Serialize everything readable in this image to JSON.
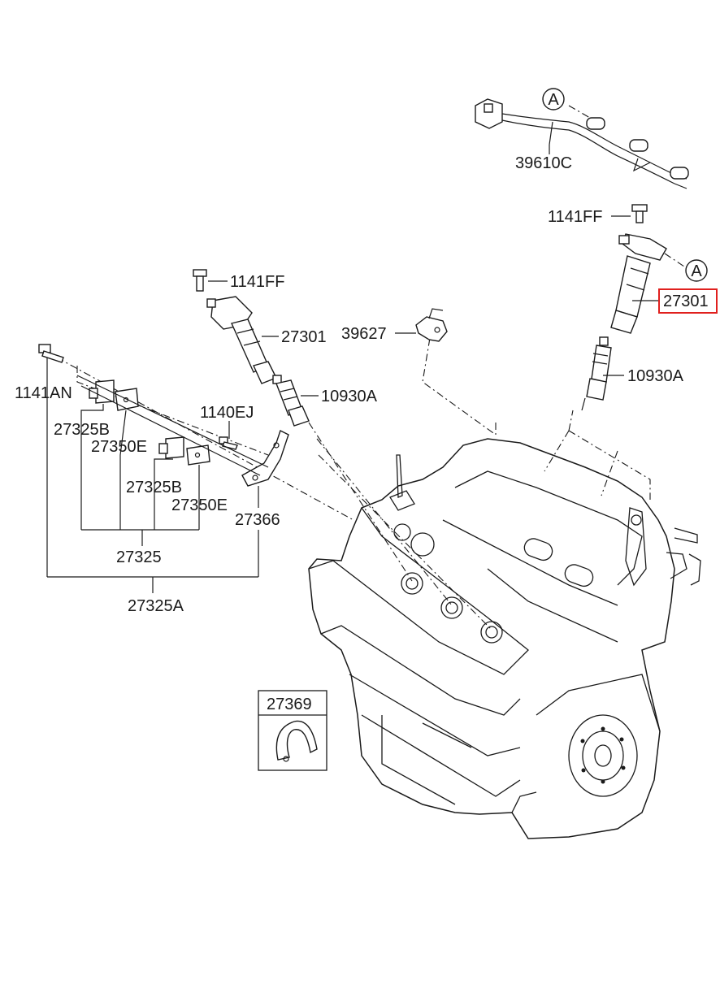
{
  "colors": {
    "line": "#1a1a1a",
    "highlight": "#e0201e",
    "background": "#ffffff"
  },
  "callouts": {
    "harness": "39610C",
    "connector_ref_top": "A",
    "connector_ref_coil": "A",
    "bolt_right": "1141FF",
    "coil_right": "27301",
    "plug_right": "10930A",
    "bolt_left": "1141FF",
    "coil_left": "27301",
    "bracket_center": "39627",
    "plug_left": "10930A",
    "bolt_rail": "1141AN",
    "bolt_small": "1140EJ",
    "sensor_b1": "27325B",
    "bracket_e1": "27350E",
    "sensor_b2": "27325B",
    "bracket_e2": "27350E",
    "rail_bracket": "27366",
    "assembly": "27325",
    "assembly_a": "27325A",
    "inset_part": "27369"
  },
  "highlighted_part": "27301"
}
